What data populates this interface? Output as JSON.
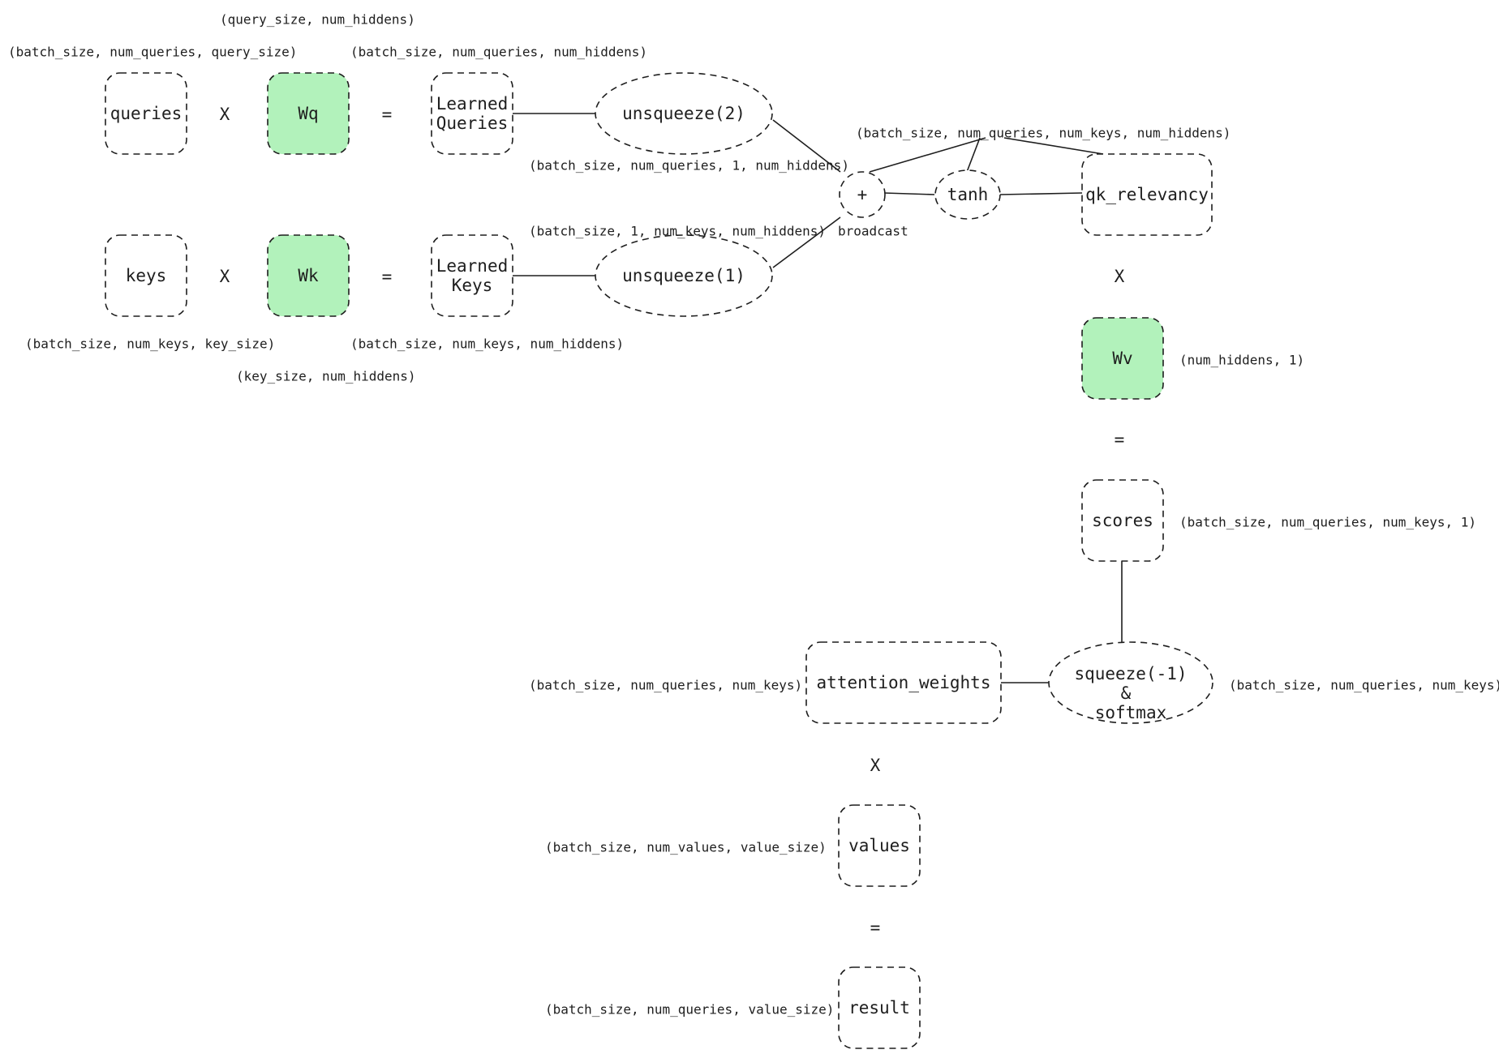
{
  "colors": {
    "stroke": "#1e1e1e",
    "weight_fill": "#b2f2bb",
    "node_fill": "#ffffff",
    "background": "#ffffff"
  },
  "nodes": {
    "queries": "queries",
    "wq": "Wq",
    "learned_queries": [
      "Learned",
      "Queries"
    ],
    "unsqueeze2": "unsqueeze(2)",
    "keys": "keys",
    "wk": "Wk",
    "learned_keys": [
      "Learned",
      "Keys"
    ],
    "unsqueeze1": "unsqueeze(1)",
    "plus": "+",
    "tanh": "tanh",
    "qk_relevancy": "qk_relevancy",
    "wv": "Wv",
    "scores": "scores",
    "squeeze_softmax": [
      "squeeze(-1)",
      "&",
      "softmax"
    ],
    "attention_weights": "attention_weights",
    "values": "values",
    "result": "result"
  },
  "operators": {
    "mul_q": "X",
    "eq_q": "=",
    "mul_k": "X",
    "eq_k": "=",
    "mul_v": "X",
    "eq_v": "=",
    "mul_att": "X",
    "eq_att": "="
  },
  "dims": {
    "query_weight": "(query_size, num_hiddens)",
    "queries": "(batch_size, num_queries, query_size)",
    "learned_queries": "(batch_size, num_queries, num_hiddens)",
    "unsqueeze2_out": "(batch_size, num_queries, 1, num_hiddens)",
    "unsqueeze1_out": "(batch_size, 1, num_keys, num_hiddens)",
    "broadcast": "broadcast",
    "sum_out": "(batch_size, num_queries, num_keys, num_hiddens)",
    "keys": "(batch_size, num_keys, key_size)",
    "learned_keys": "(batch_size, num_keys, num_hiddens)",
    "key_weight": "(key_size, num_hiddens)",
    "wv": "(num_hiddens, 1)",
    "scores": "(batch_size, num_queries, num_keys, 1)",
    "attention_weights": "(batch_size, num_queries, num_keys)",
    "softmax_out": "(batch_size, num_queries, num_keys)",
    "values": "(batch_size, num_values, value_size)",
    "result": "(batch_size, num_queries, value_size)"
  }
}
